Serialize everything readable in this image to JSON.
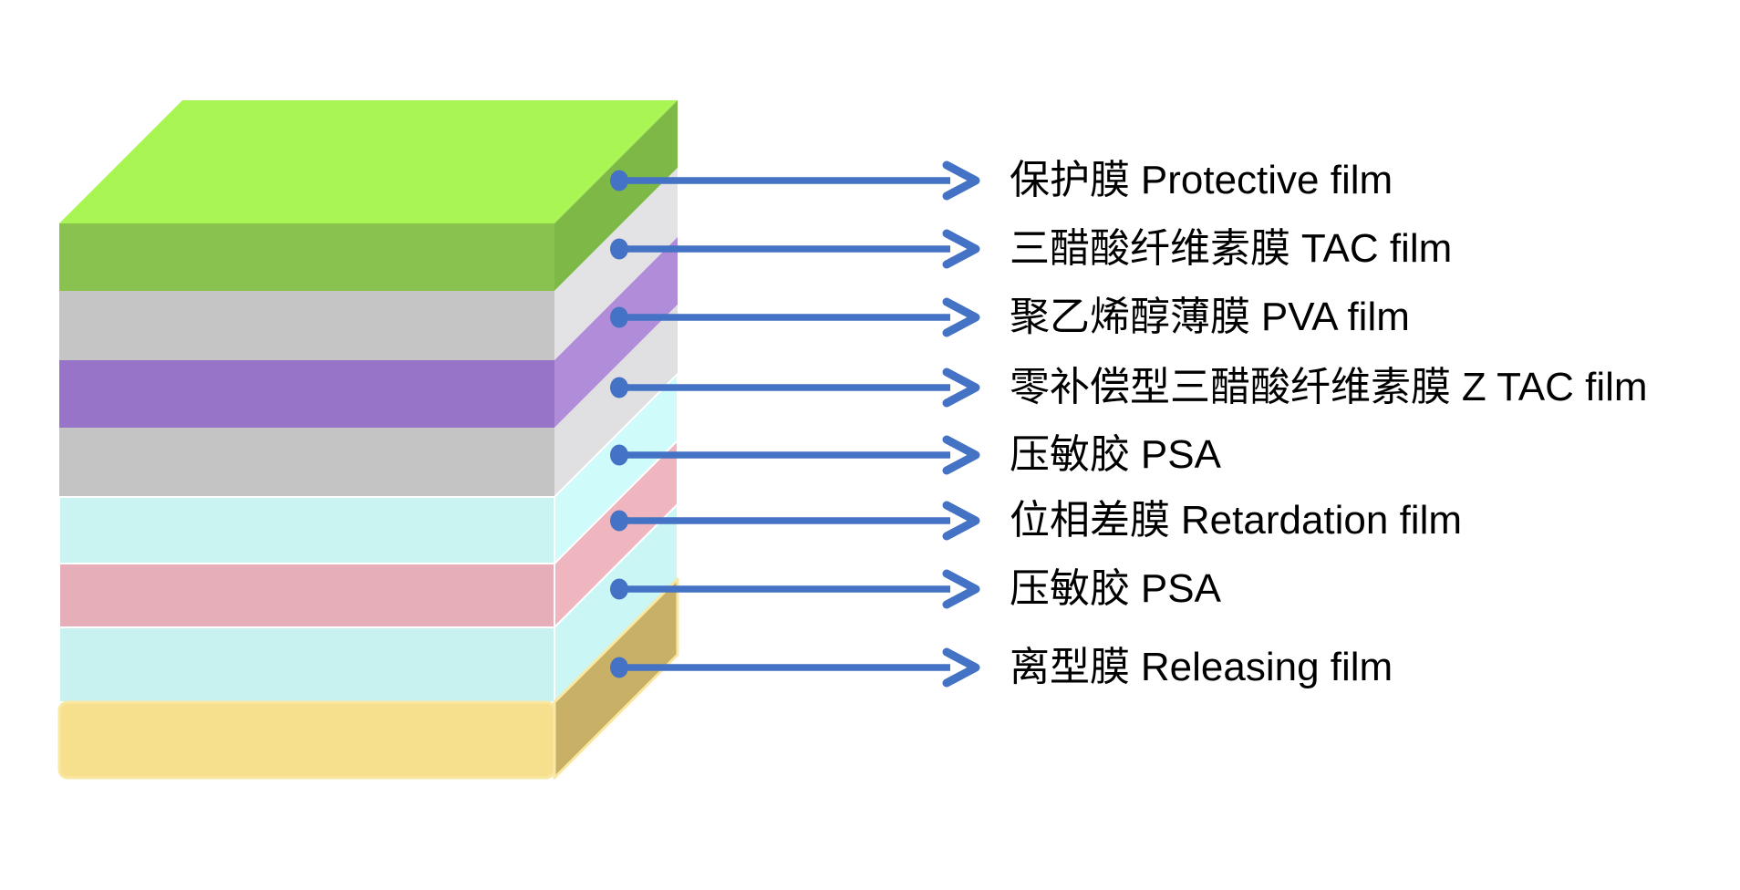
{
  "diagram": {
    "background": "#FFFFFF",
    "arrow_color": "#4472C4",
    "text_color": "#000000",
    "layers": [
      {
        "zh": "保护膜",
        "en": "Protective film",
        "front": "#8AC24F",
        "side": "#7EB948",
        "top": "#A8F554"
      },
      {
        "zh": "三醋酸纤维素膜",
        "en": "TAC film",
        "front": "#C5C5C5",
        "side": "#E3E3E5"
      },
      {
        "zh": "聚乙烯醇薄膜",
        "en": "PVA film",
        "front": "#9874C8",
        "side": "#B18CD9"
      },
      {
        "zh": "零补偿型三醋酸纤维素膜",
        "en": "Z TAC film",
        "front": "#C4C4C4",
        "side": "#E0E0E2"
      },
      {
        "zh": "压敏胶",
        "en": "PSA",
        "front": "#C9F4F1",
        "side": "#D0FBFB"
      },
      {
        "zh": "位相差膜",
        "en": "Retardation film",
        "front": "#E5AEB9",
        "side": "#F0B6C0"
      },
      {
        "zh": "压敏胶",
        "en": "PSA",
        "front": "#C8F2F0",
        "side": "#CBF6F6"
      },
      {
        "zh": "离型膜",
        "en": "Releasing film",
        "front": "#F6E08E",
        "side": "#C8B167",
        "edge": "#F9E7A4"
      }
    ]
  }
}
